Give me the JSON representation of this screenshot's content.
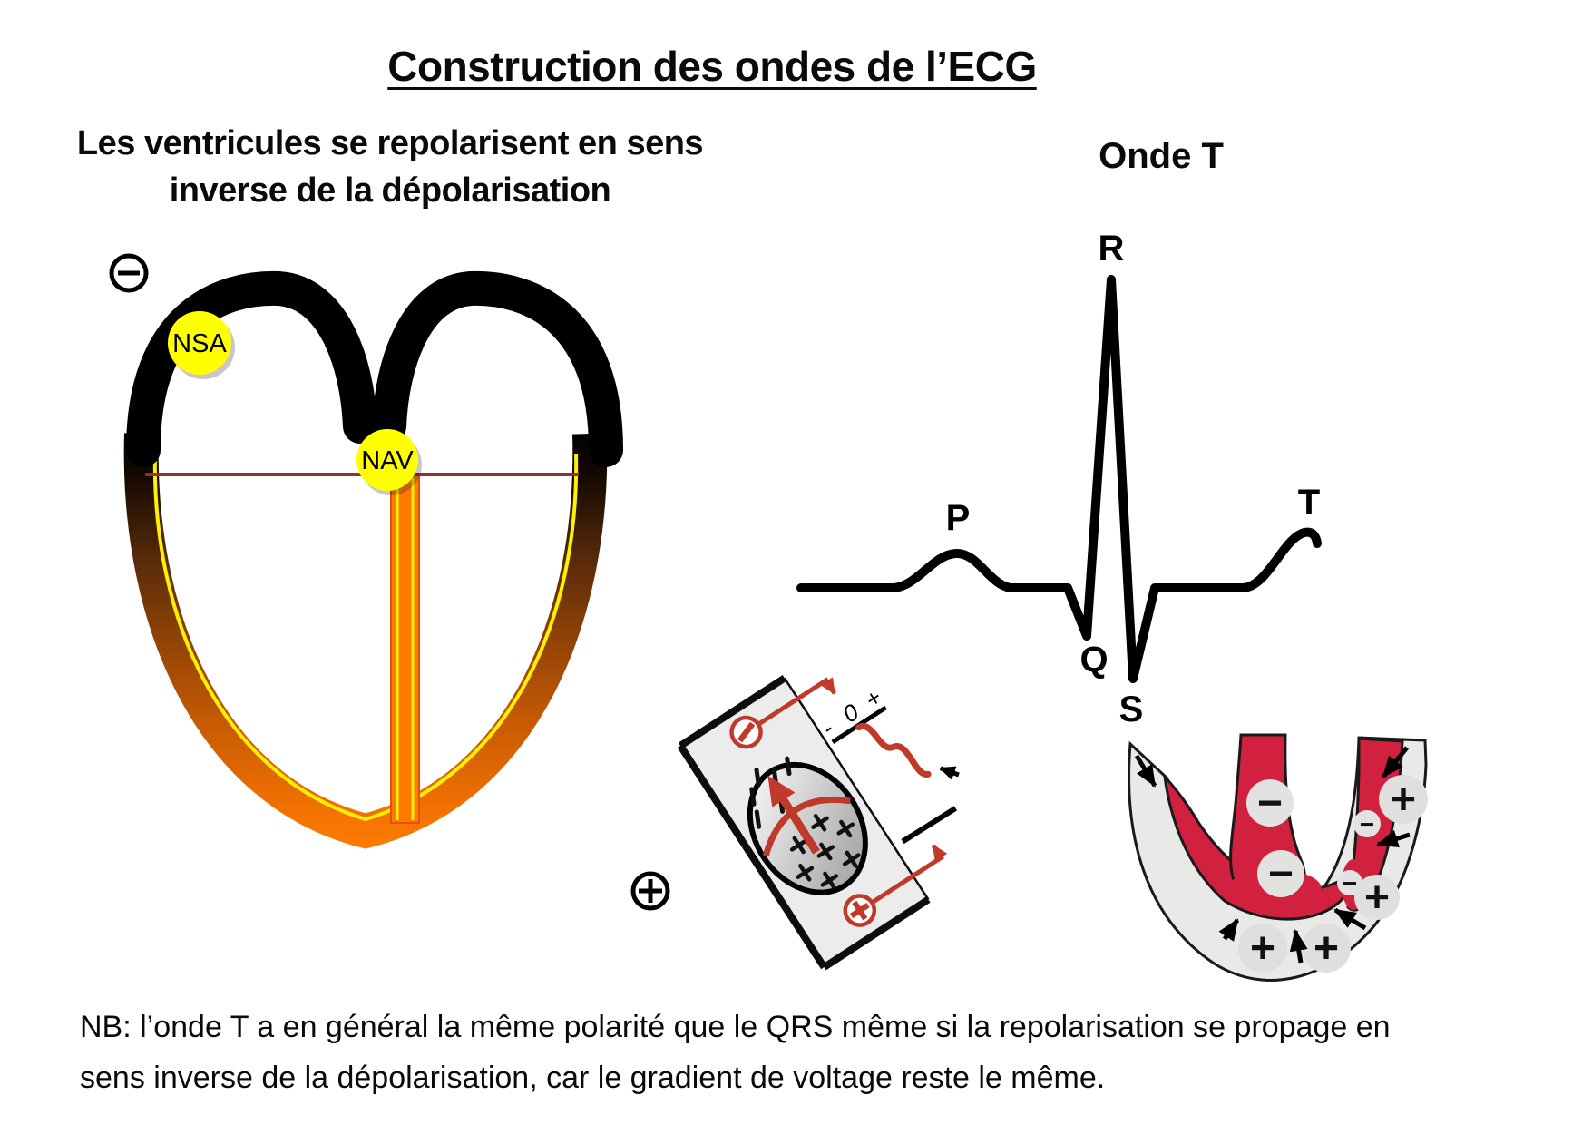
{
  "title": "Construction des ondes de l’ECG",
  "subtitle": {
    "line1": "Les ventricules se repolarisent en sens",
    "line2": "inverse de la dépolarisation"
  },
  "right_heading": "Onde T",
  "heart": {
    "nsa_label": "NSA",
    "nav_label": "NAV",
    "negative_pole_icon": "minus-in-circle",
    "positive_pole_icon": "plus-in-circle"
  },
  "ecg_labels": {
    "p": "P",
    "q": "Q",
    "r": "R",
    "s": "S",
    "t": "T"
  },
  "galvanometer": {
    "scale": {
      "minus": "-",
      "zero": "0",
      "plus": "+"
    },
    "terminal_minus_icon": "minus-terminal",
    "terminal_plus_icon": "plus-terminal"
  },
  "ventricle": {
    "minus": "−",
    "plus": "+"
  },
  "note": {
    "line1": "NB: l’onde T a en général la même polarité que le QRS même si la repolarisation se propage en",
    "line2": "sens inverse de la dépolarisation, car le gradient de voltage reste le même."
  },
  "colors": {
    "wire_red": "#C0392B",
    "myocardium_red": "#D2213F",
    "orange": "#FF7A00",
    "node_yellow": "#FFFF00",
    "purkinje_yellow": "#FFF100",
    "septal_line_dark_red": "#8F3330",
    "card_gray": "#ECECEC",
    "ventricle_gray": "#E9E9E7"
  }
}
